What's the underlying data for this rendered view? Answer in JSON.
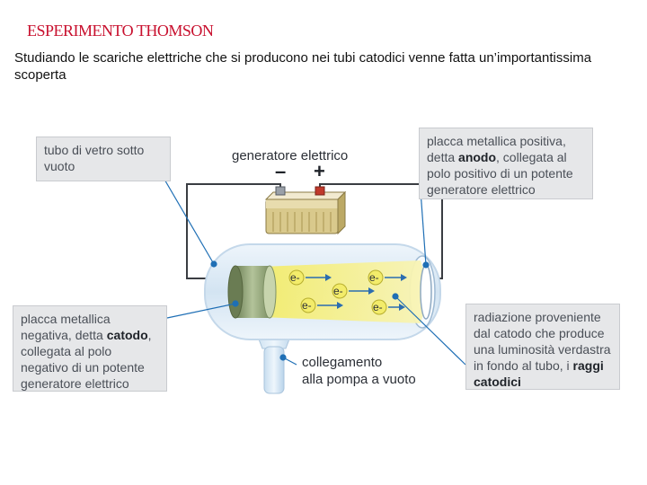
{
  "header": {
    "title": "ESPERIMENTO THOMSON",
    "subtitle": "Studiando le scariche elettriche che si producono nei tubi catodici venne fatta un’importantissima scoperta"
  },
  "diagram": {
    "label_tube": "tubo di vetro sotto vuoto",
    "label_generator": "generatore elettrico",
    "sign_minus": "–",
    "sign_plus": "+",
    "anode": {
      "pre": "placca metallica positiva, detta ",
      "strong": "anodo",
      "post": ", collegata al polo positivo di un potente generatore elettrico"
    },
    "cathode": {
      "pre": "placca metallica negativa, detta ",
      "strong": "catodo",
      "post": ", collegata al polo negativo di un potente generatore elettrico"
    },
    "rays": {
      "pre": "radiazione proveniente dal catodo che produce una luminosità verdastra in fondo al tubo, i ",
      "strong": "raggi catodici"
    },
    "label_pump_line1": "collegamento",
    "label_pump_line2": "alla pompa a vuoto",
    "electron_label": "e-",
    "colors": {
      "glass": "#dceaf6",
      "cathode": "#8fa07a",
      "rays": "#f4ef7a",
      "wire": "#3a3d42",
      "dot": "#1f6fb5"
    }
  }
}
